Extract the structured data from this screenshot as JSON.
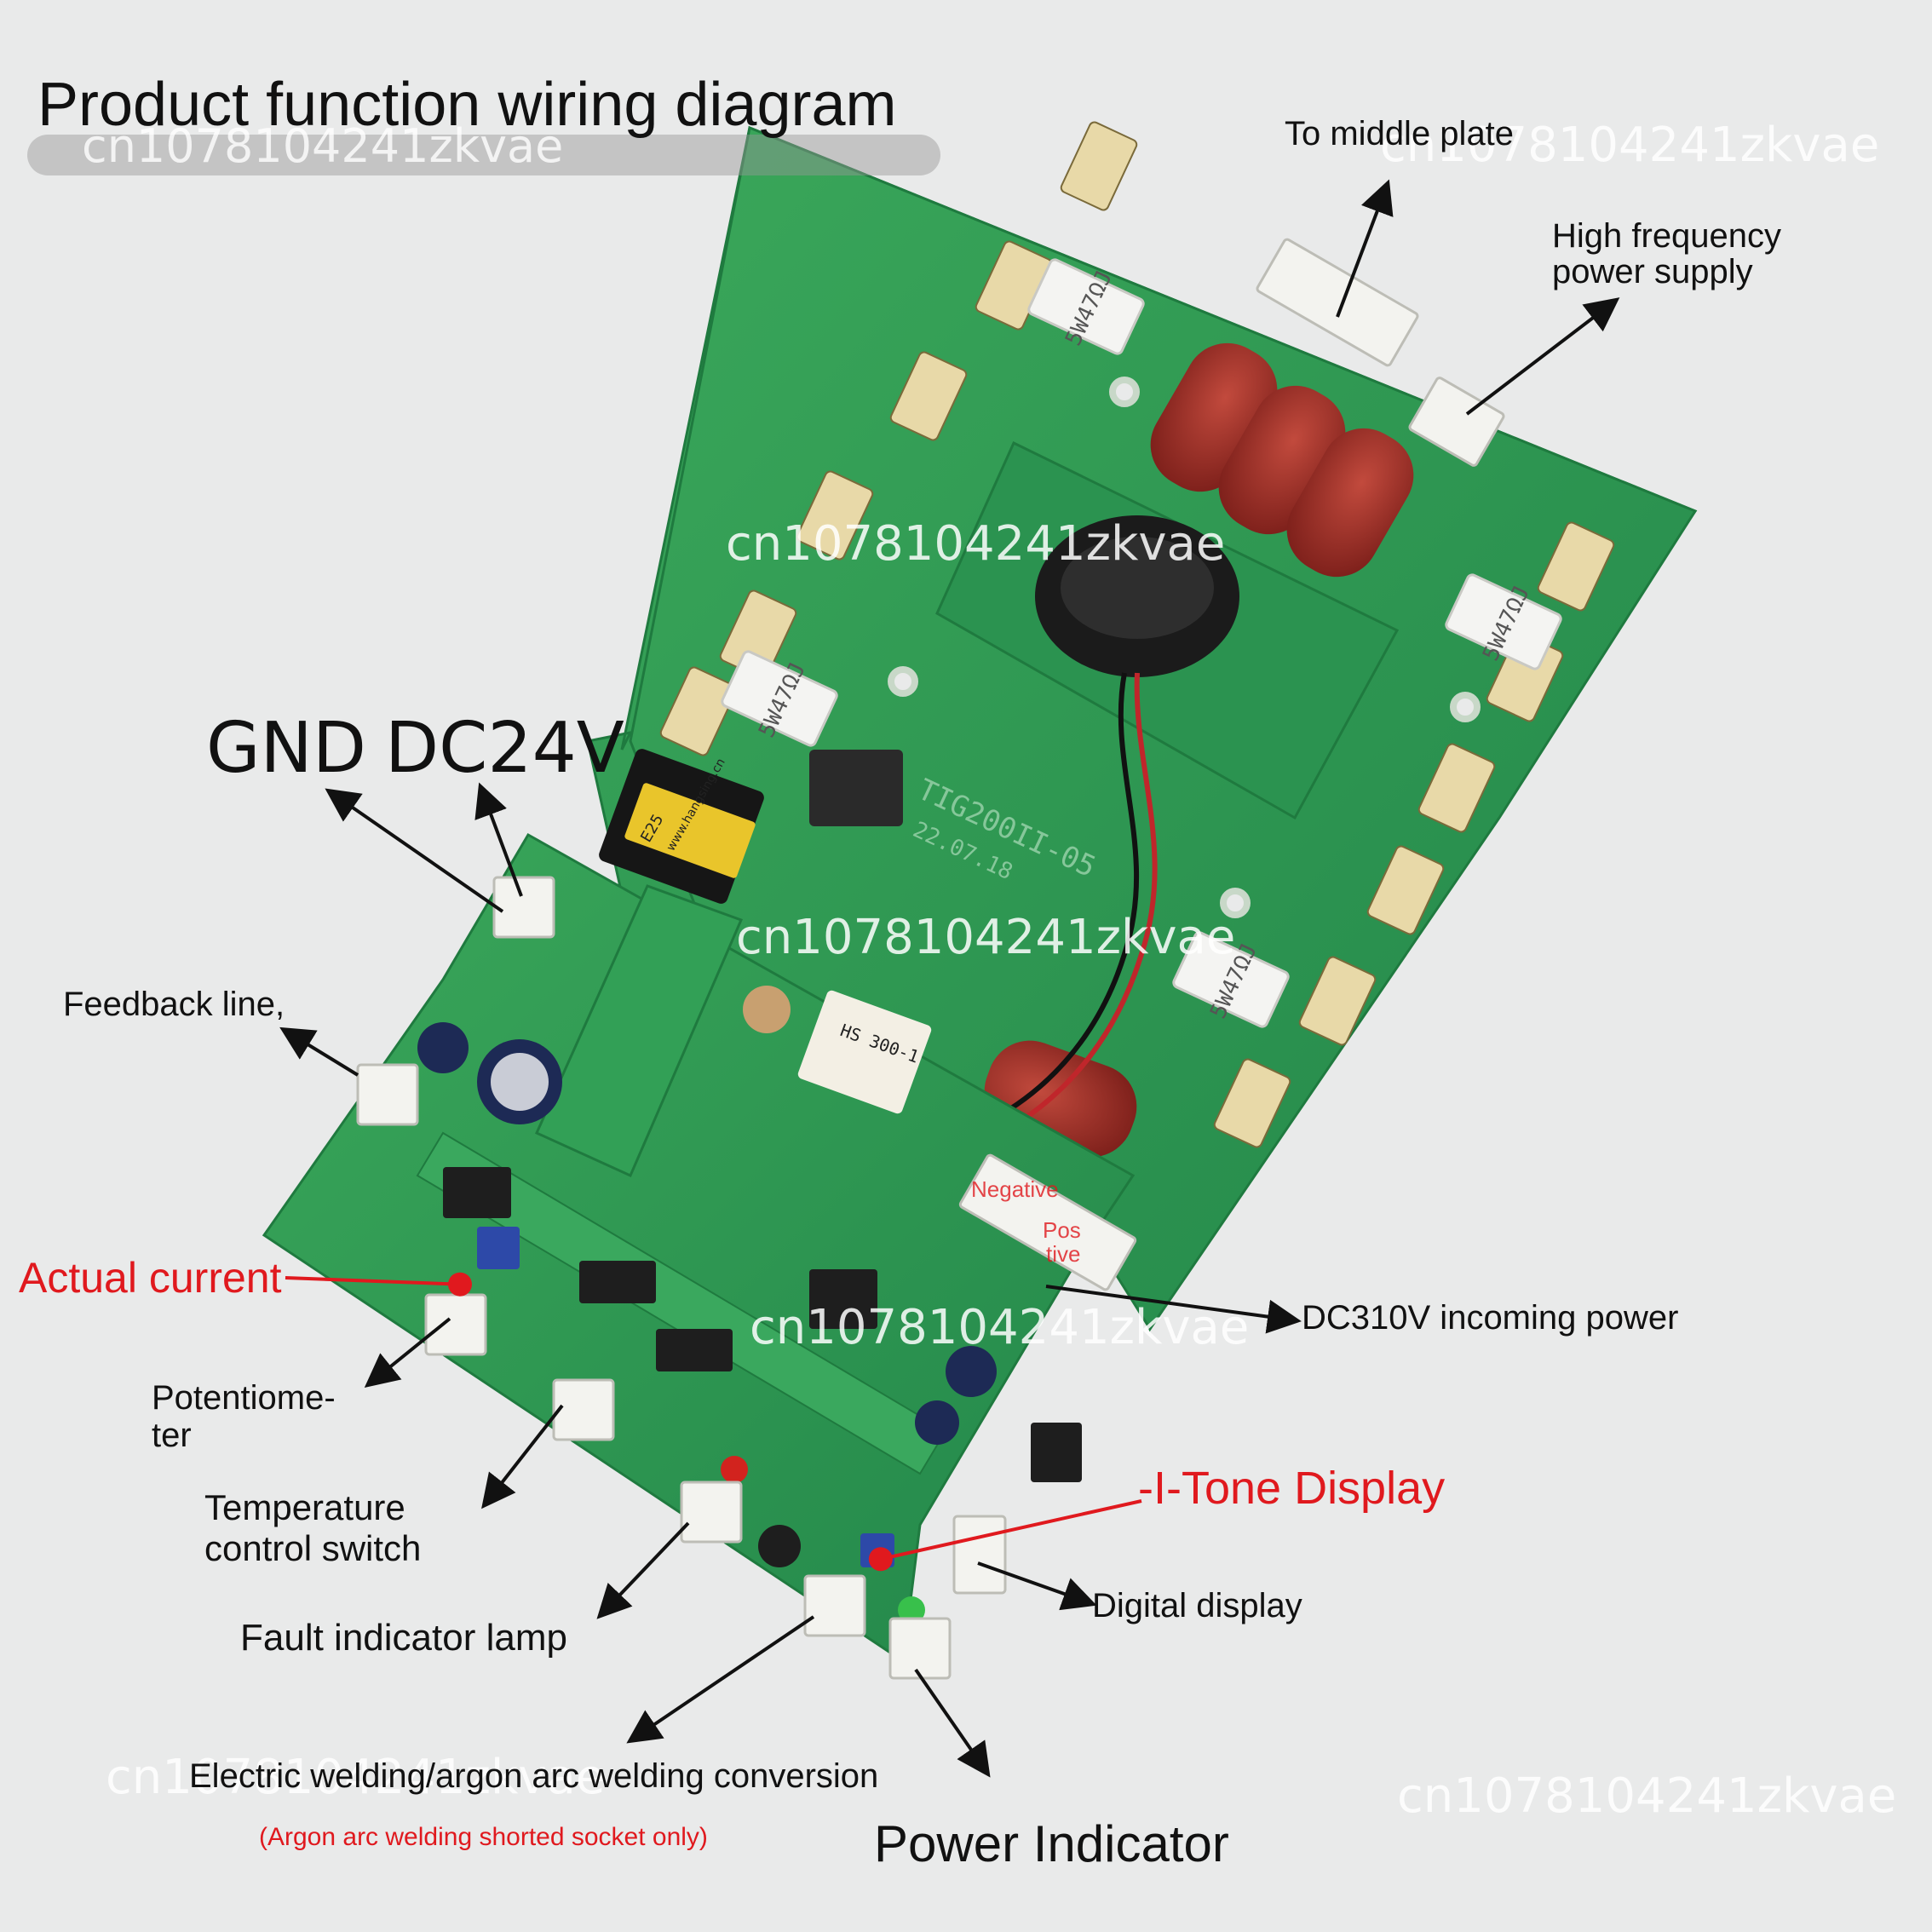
{
  "title": "Product function wiring diagram",
  "labels": {
    "to_middle_plate": "To middle plate",
    "high_freq_1": "High frequency",
    "high_freq_2": "power supply",
    "gnd": "GND",
    "dc24v": "DC24V",
    "feedback_line": "Feedback line,",
    "actual_current": "Actual current",
    "potentiometer_1": "Potentiome-",
    "potentiometer_2": "ter",
    "temp_switch_1": "Temperature",
    "temp_switch_2": "control switch",
    "fault_lamp": "Fault indicator lamp",
    "dc310v": "DC310V incoming power",
    "tone_display": "-I-Tone Display",
    "digital_display": "Digital display",
    "conversion": "Electric welding/argon arc welding conversion",
    "argon_note": "(Argon arc welding shorted socket only)",
    "power_indicator": "Power Indicator",
    "negative": "Negative",
    "positive_1": "Pos",
    "positive_2": "tive"
  },
  "board_markings": {
    "resistor": "5W47ΩJ",
    "model": "TIG200II-05",
    "date": "22.07.18",
    "transformer": "E25",
    "transformer_site": "www.hangsing.cn",
    "inductor": "HS 300-1"
  },
  "watermark": "cn1078104241zkvae",
  "colors": {
    "background": "#e9eaea",
    "pcb": "#2f9c4e",
    "label_red": "#e0191e",
    "capacitor": "#a7302a"
  }
}
